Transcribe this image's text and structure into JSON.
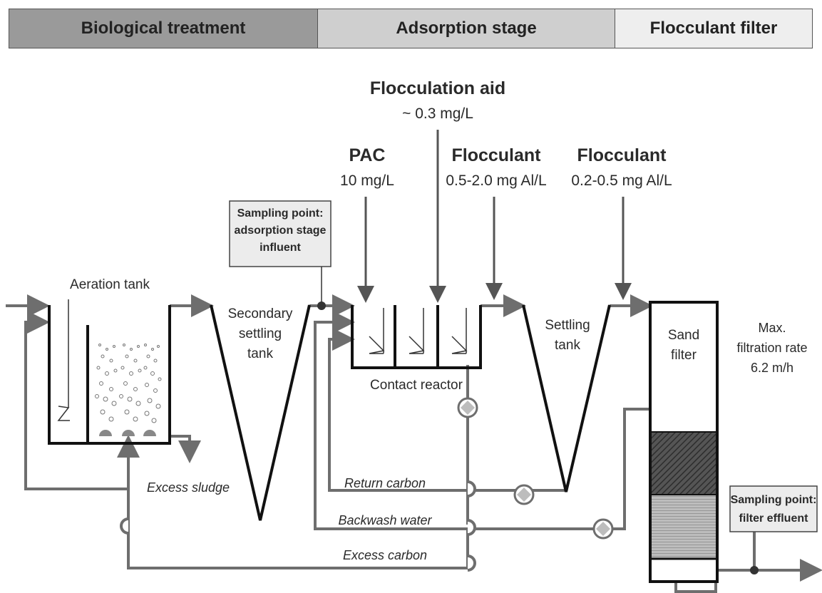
{
  "stages": {
    "biological": "Biological treatment",
    "adsorption": "Adsorption stage",
    "filter": "Flocculant filter"
  },
  "dosing": {
    "floc_aid_title": "Flocculation aid",
    "floc_aid_value": "~ 0.3 mg/L",
    "pac_title": "PAC",
    "pac_value": "10 mg/L",
    "flocculant1_title": "Flocculant",
    "flocculant1_value": "0.5-2.0 mg Al/L",
    "flocculant2_title": "Flocculant",
    "flocculant2_value": "0.2-0.5 mg Al/L"
  },
  "units": {
    "aeration_tank": "Aeration tank",
    "secondary_1": "Secondary",
    "secondary_2": "settling",
    "secondary_3": "tank",
    "contact_reactor": "Contact reactor",
    "settling_1": "Settling",
    "settling_2": "tank",
    "sand_1": "Sand",
    "sand_2": "filter",
    "maxrate_1": "Max.",
    "maxrate_2": "filtration rate",
    "maxrate_3": "6.2 m/h"
  },
  "sampling": {
    "influent_1": "Sampling point:",
    "influent_2": "adsorption stage",
    "influent_3": "influent",
    "effluent_1": "Sampling point:",
    "effluent_2": "filter effluent"
  },
  "streams": {
    "excess_sludge": "Excess sludge",
    "return_carbon": "Return carbon",
    "backwash_water": "Backwash water",
    "excess_carbon": "Excess carbon"
  },
  "colors": {
    "stage_biological": "#9a9a9a",
    "stage_adsorption": "#cfcfcf",
    "stage_filter": "#eeeeee",
    "line": "#6e6e6e",
    "wall": "#111111"
  }
}
